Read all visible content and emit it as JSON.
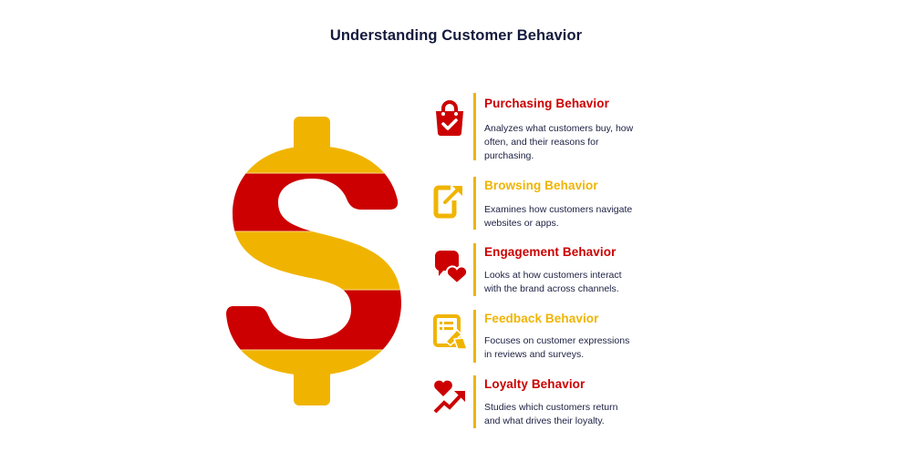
{
  "title": "Understanding Customer Behavior",
  "colors": {
    "red": "#CC0000",
    "yellow": "#F0B400",
    "title_navy": "#141A3C",
    "body_text": "#1C2042",
    "background": "#FFFFFF"
  },
  "graphic": {
    "icon": "dollar-sign-icon",
    "stripes": [
      "yellow",
      "red",
      "yellow",
      "red",
      "yellow"
    ]
  },
  "items": [
    {
      "heading": "Purchasing Behavior",
      "color": "red",
      "icon": "shopping-bag-check-icon",
      "lines": [
        "Analyzes what customers buy, how",
        "often, and their reasons for",
        "purchasing."
      ]
    },
    {
      "heading": "Browsing Behavior",
      "color": "yellow",
      "icon": "mobile-arrow-icon",
      "lines": [
        "Examines how customers navigate",
        "websites or apps."
      ]
    },
    {
      "heading": "Engagement Behavior",
      "color": "red",
      "icon": "chat-heart-icon",
      "lines": [
        "Looks at how customers interact",
        "with the brand across channels."
      ]
    },
    {
      "heading": "Feedback Behavior",
      "color": "yellow",
      "icon": "feedback-form-pen-icon",
      "lines": [
        "Focuses on customer expressions",
        "in reviews and surveys."
      ]
    },
    {
      "heading": "Loyalty Behavior",
      "color": "red",
      "icon": "heart-growth-arrow-icon",
      "lines": [
        "Studies which customers return",
        "and what drives their loyalty."
      ]
    }
  ]
}
